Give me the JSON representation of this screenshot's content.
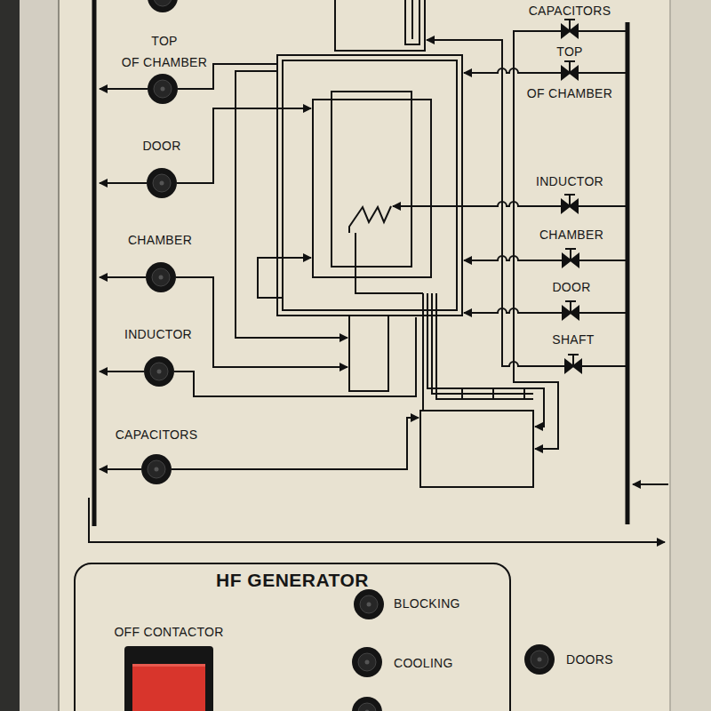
{
  "diagram": {
    "nodes": [
      {
        "text": [
          "HF GENERATOR"
        ]
      },
      {
        "text": [
          "OFF CONTACTOR"
        ],
        "in": 0
      }
    ],
    "labels": [
      "CAPACITORS",
      "TOP OF CHAMBER",
      "TOP OF CHAMBER",
      "DOOR",
      "INDUCTOR",
      "CHAMBER",
      "CHAMBER",
      "DOOR",
      "INDUCTOR",
      "SHAFT",
      "CAPACITORS",
      "BLOCKING",
      "COOLING",
      "DOORS"
    ]
  }
}
